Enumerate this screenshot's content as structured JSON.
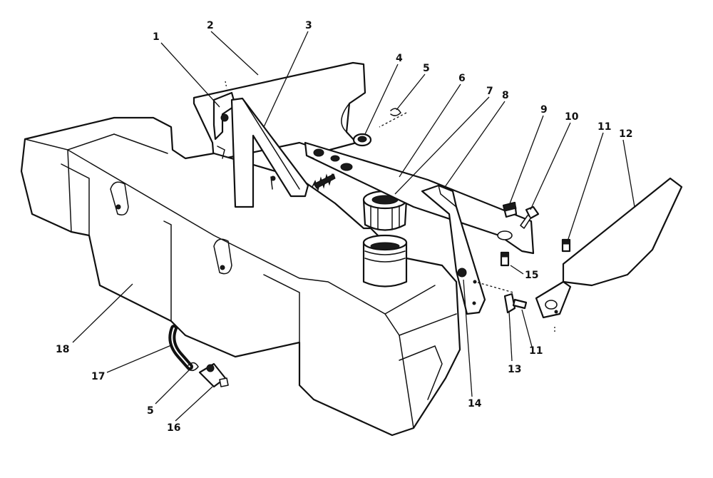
{
  "callouts": {
    "c1": "1",
    "c2": "2",
    "c3": "3",
    "c4": "4",
    "c5a": "5",
    "c6": "6",
    "c7": "7",
    "c8": "8",
    "c9": "9",
    "c10": "10",
    "c11a": "11",
    "c12": "12",
    "c15": "15",
    "c11b": "11",
    "c13": "13",
    "c14": "14",
    "c18": "18",
    "c17": "17",
    "c5b": "5",
    "c16": "16"
  }
}
